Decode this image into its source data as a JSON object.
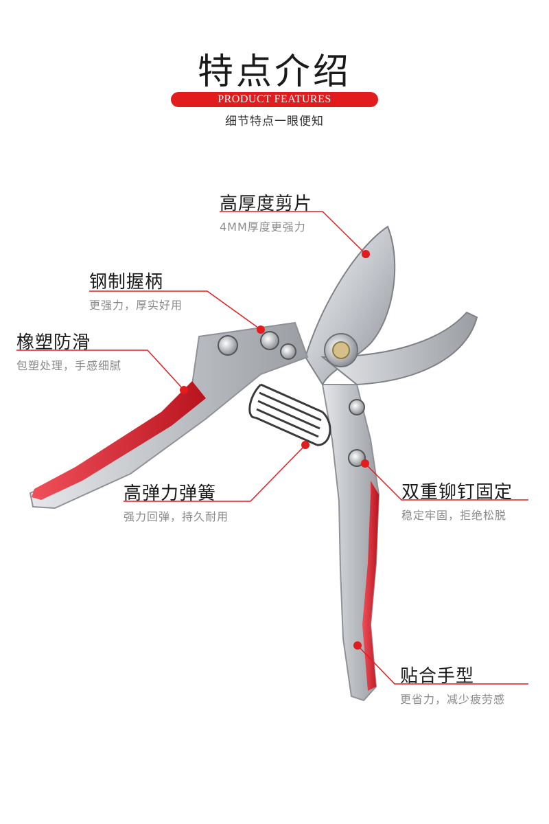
{
  "header": {
    "title": "特点介绍",
    "banner": "PRODUCT FEATURES",
    "subtitle": "细节特点一眼便知"
  },
  "callouts": [
    {
      "title": "高厚度剪片",
      "subtitle": "4MM厚度更强力"
    },
    {
      "title": "钢制握柄",
      "subtitle": "更强力，厚实好用"
    },
    {
      "title": "橡塑防滑",
      "subtitle": "包塑处理，手感细腻"
    },
    {
      "title": "高弹力弹簧",
      "subtitle": "强力回弹，持久耐用"
    },
    {
      "title": "双重铆钉固定",
      "subtitle": "稳定牢固，拒绝松脱"
    },
    {
      "title": "贴合手型",
      "subtitle": "更省力，减少疲劳感"
    }
  ],
  "colors": {
    "accent": "#e21c1c",
    "metal": "#c9cbcf",
    "grip": "#d7202a"
  }
}
